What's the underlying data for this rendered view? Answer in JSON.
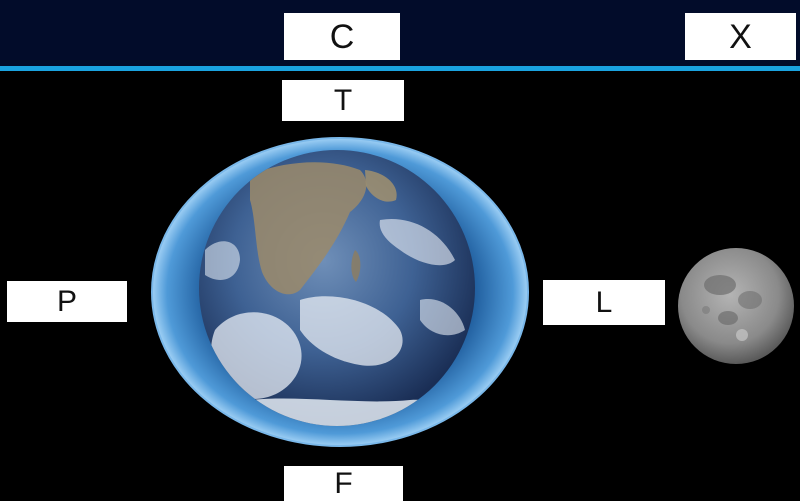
{
  "labels": {
    "c": "C",
    "x": "X",
    "t": "T",
    "p": "P",
    "l": "L",
    "f": "F"
  },
  "icons": {
    "earth": "earth-icon",
    "moon": "moon-icon",
    "atmosphere": "tidal-bulge-icon"
  },
  "colors": {
    "background": "#000000",
    "header": "#020c2a",
    "header_rule": "#1aa3e0",
    "bulge": "#3f86c8",
    "label_fill": "#ffffff"
  }
}
